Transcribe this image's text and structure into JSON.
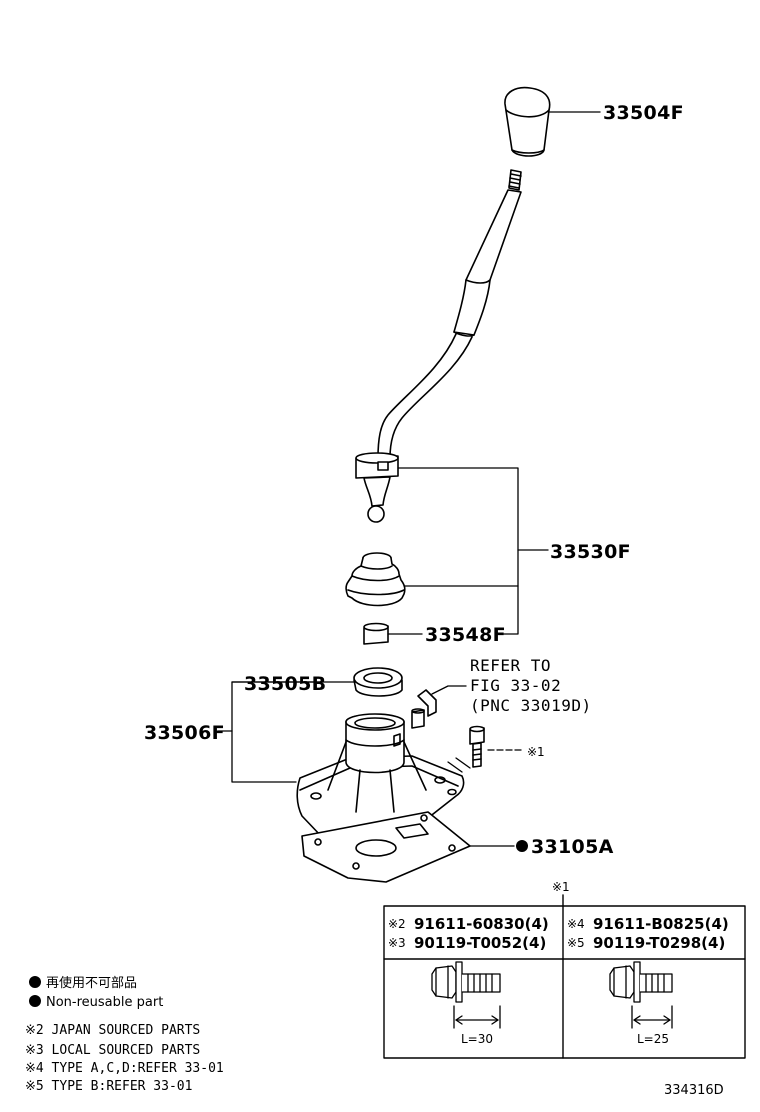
{
  "labels": {
    "knob": "33504F",
    "lever_assy": "33530F",
    "bushing": "33548F",
    "retainer": "33505B",
    "housing": "33506F",
    "gasket": "33105A",
    "refer_line1": "REFER TO",
    "refer_line2": "FIG 33-02",
    "refer_line3": "(PNC 33019D)",
    "bolt_ref": "※1"
  },
  "table": {
    "header_mark": "※1",
    "left": {
      "row1_mark": "※2",
      "row1_code": "91611-60830(4)",
      "row2_mark": "※3",
      "row2_code": "90119-T0052(4)",
      "length": "L=30"
    },
    "right": {
      "row1_mark": "※4",
      "row1_code": "91611-B0825(4)",
      "row2_mark": "※5",
      "row2_code": "90119-T0298(4)",
      "length": "L=25"
    }
  },
  "legend": {
    "jp": "再使用不可部品",
    "en": "Non-reusable part"
  },
  "notes": [
    "※2  JAPAN SOURCED PARTS",
    "※3  LOCAL SOURCED PARTS",
    "※4  TYPE A,C,D:REFER 33-01",
    "※5  TYPE B:REFER 33-01"
  ],
  "figure_id": "334316D"
}
